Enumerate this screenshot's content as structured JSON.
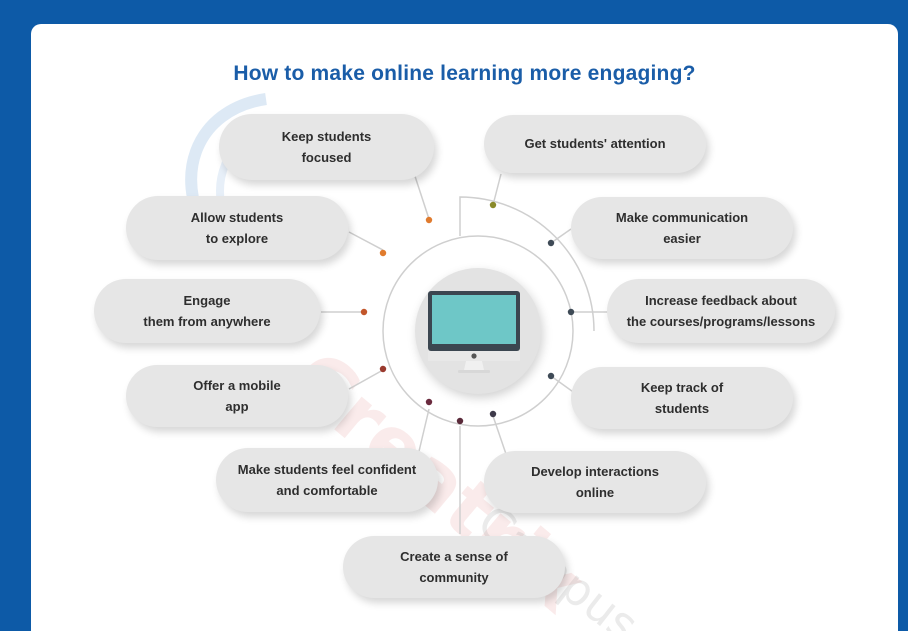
{
  "title": "How to make online learning more engaging?",
  "watermark": {
    "brand": "Creatrix",
    "sub": "Campus"
  },
  "center": {
    "icon": "desktop-monitor-icon"
  },
  "items": [
    {
      "line1": "Keep students",
      "line2": "focused"
    },
    {
      "line1": "Get students' attention",
      "line2": ""
    },
    {
      "line1": "Allow students",
      "line2": "to explore"
    },
    {
      "line1": "Make communication",
      "line2": "easier"
    },
    {
      "line1": "Engage",
      "line2": "them from anywhere"
    },
    {
      "line1": "Increase feedback about",
      "line2": "the courses/programs/lessons"
    },
    {
      "line1": "Offer a mobile",
      "line2": "app"
    },
    {
      "line1": "Keep track of",
      "line2": "students"
    },
    {
      "line1": "Make students feel confident",
      "line2": "and comfortable"
    },
    {
      "line1": "Develop interactions",
      "line2": "online"
    },
    {
      "line1": "Create a sense of",
      "line2": "community"
    }
  ],
  "colors": {
    "frame": "#0d5aa7",
    "title": "#1a5da8",
    "pill": "#e6e6e6",
    "dot_orange": "#e07b2e",
    "dot_dark": "#3e4a56",
    "dot_olive": "#8a8a2a",
    "screen": "#6ec7c7"
  }
}
